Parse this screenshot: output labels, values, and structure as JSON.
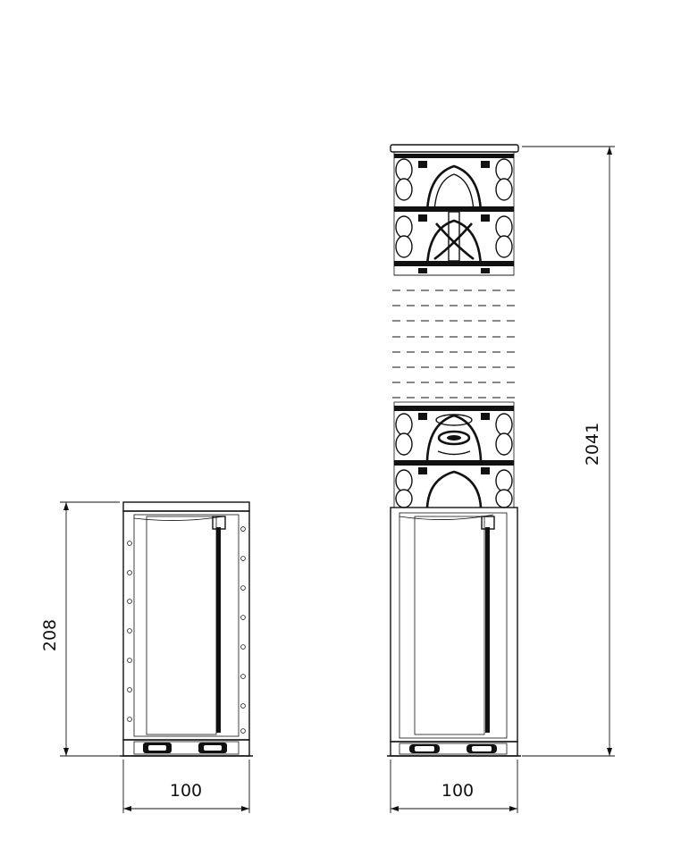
{
  "dimensions": {
    "left_height": "208",
    "left_width": "100",
    "right_width": "100",
    "right_height": "2041"
  },
  "colors": {
    "line": "#111111",
    "background": "#ffffff"
  }
}
